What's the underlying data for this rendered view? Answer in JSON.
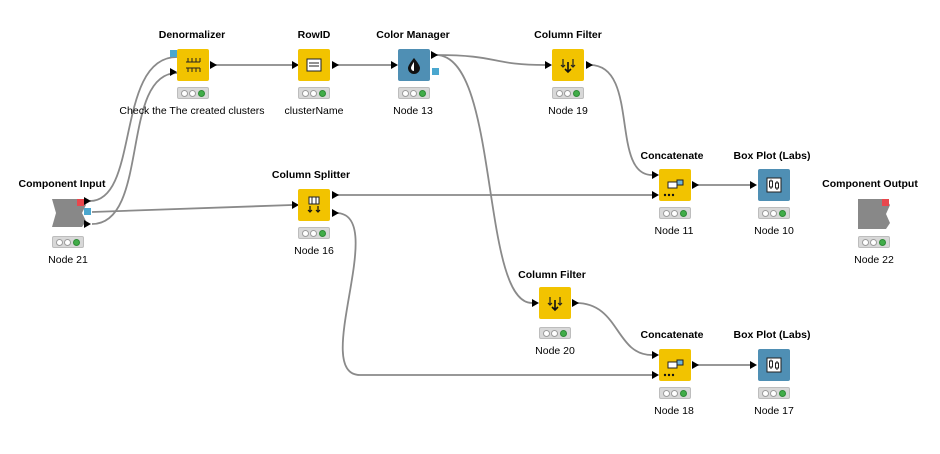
{
  "colors": {
    "yellow": "#f2c300",
    "blue": "#4f8fb4",
    "gray": "#888888",
    "port_blue": "#4aa7cf",
    "port_red": "#e8474d"
  },
  "nodes": {
    "denormalizer": {
      "title": "Denormalizer",
      "subtitle": "Check the The created clusters",
      "icon": "denormalize-icon"
    },
    "rowid": {
      "title": "RowID",
      "subtitle": "clusterName",
      "icon": "rowid-icon"
    },
    "color_manager": {
      "title": "Color Manager",
      "subtitle": "Node 13",
      "icon": "color-drop-icon"
    },
    "column_filter_19": {
      "title": "Column Filter",
      "subtitle": "Node 19",
      "icon": "column-filter-icon"
    },
    "component_input": {
      "title": "Component Input",
      "subtitle": "Node 21",
      "icon": "component-input-icon"
    },
    "column_splitter": {
      "title": "Column Splitter",
      "subtitle": "Node 16",
      "icon": "column-splitter-icon"
    },
    "concatenate_11": {
      "title": "Concatenate",
      "subtitle": "Node 11",
      "icon": "concatenate-icon"
    },
    "boxplot_10": {
      "title": "Box Plot (Labs)",
      "subtitle": "Node 10",
      "icon": "boxplot-icon"
    },
    "component_output": {
      "title": "Component Output",
      "subtitle": "Node 22",
      "icon": "component-output-icon"
    },
    "column_filter_20": {
      "title": "Column Filter",
      "subtitle": "Node 20",
      "icon": "column-filter-icon"
    },
    "concatenate_18": {
      "title": "Concatenate",
      "subtitle": "Node 18",
      "icon": "concatenate-icon"
    },
    "boxplot_17": {
      "title": "Box Plot (Labs)",
      "subtitle": "Node 17",
      "icon": "boxplot-icon"
    }
  }
}
